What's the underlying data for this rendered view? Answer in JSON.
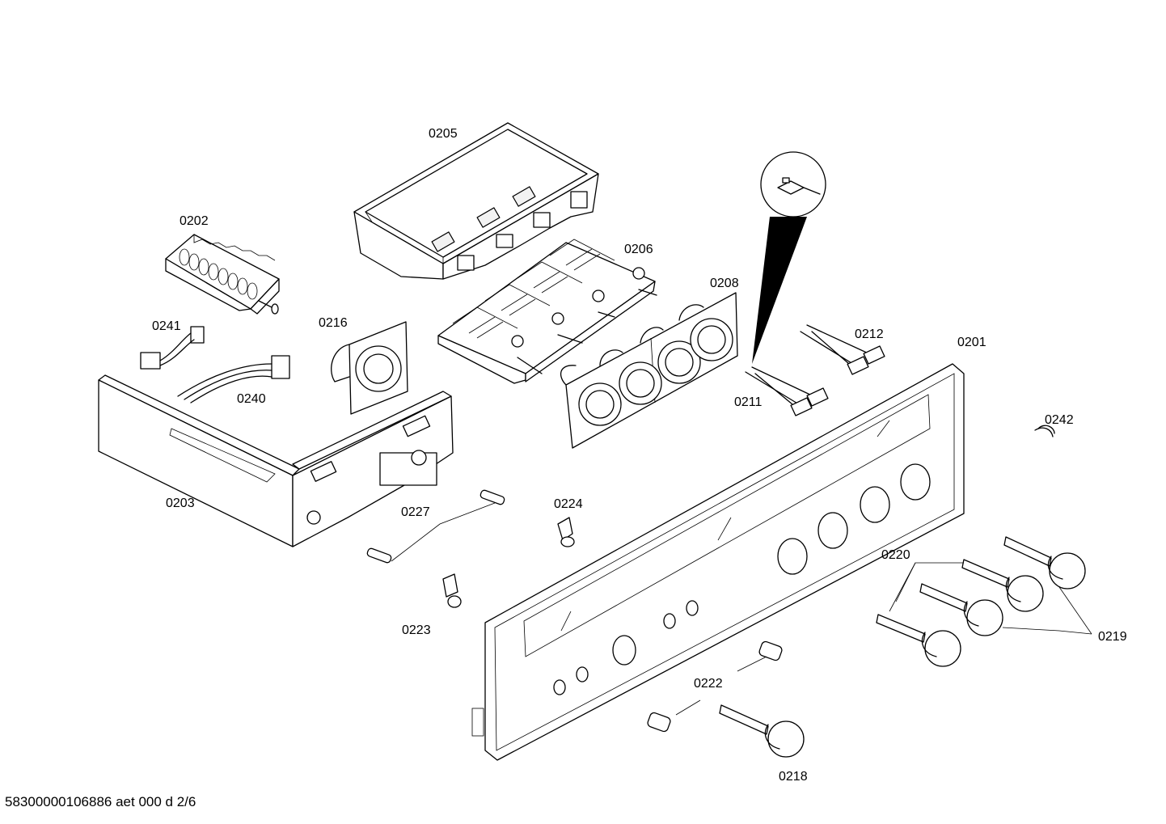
{
  "labels": {
    "p0205": "0205",
    "p0202": "0202",
    "p0206": "0206",
    "p0208": "0208",
    "p0241": "0241",
    "p0216": "0216",
    "p0212": "0212",
    "p0201": "0201",
    "p0240": "0240",
    "p0211": "0211",
    "p0242": "0242",
    "p0203": "0203",
    "p0227": "0227",
    "p0224": "0224",
    "p0220": "0220",
    "p0219": "0219",
    "p0223": "0223",
    "p0222": "0222",
    "p0218": "0218"
  },
  "footer": {
    "document_code": "58300000106886 aet 000 d 2/6"
  }
}
